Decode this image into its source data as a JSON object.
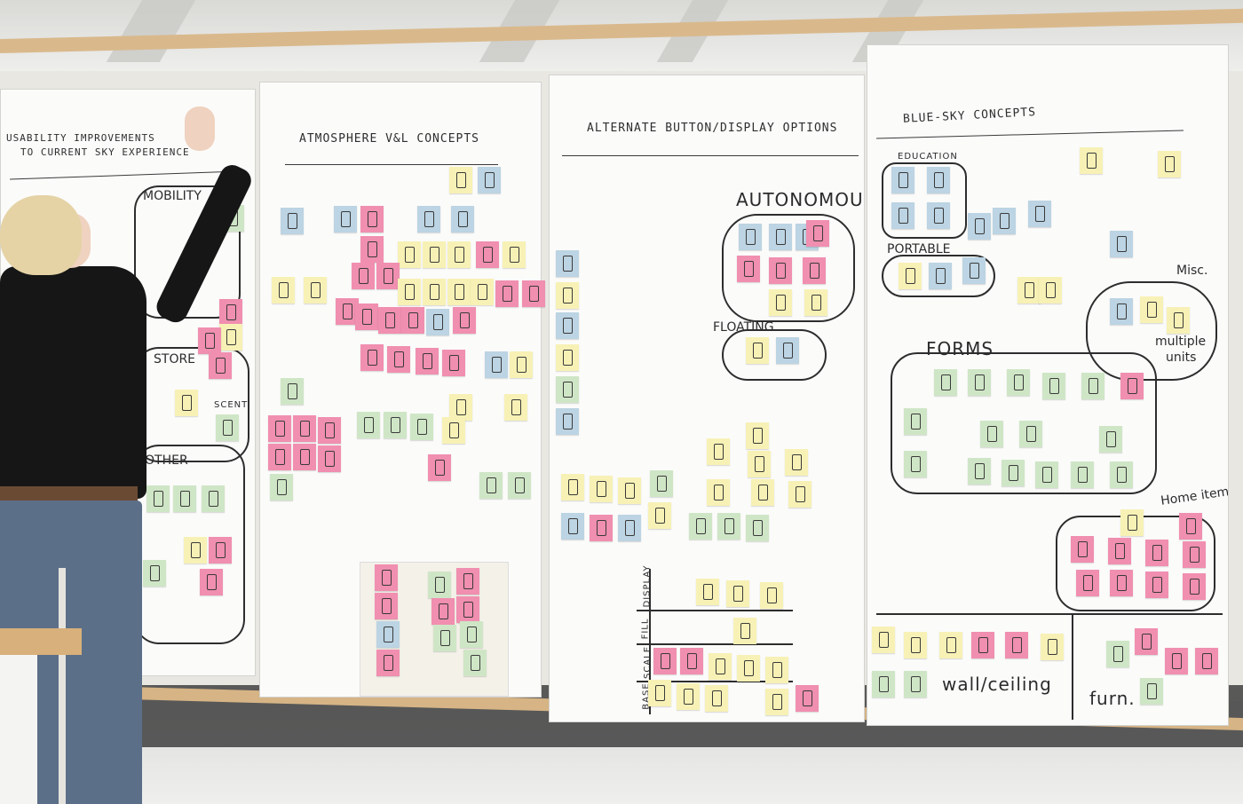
{
  "boards": {
    "usability": {
      "title_line1": "USABILITY IMPROVEMENTS",
      "title_line2": "TO CURRENT SKY EXPERIENCE",
      "labels": [
        "MOBILITY",
        "STORE",
        "SCENT",
        "OTHER"
      ]
    },
    "atmosphere": {
      "title": "ATMOSPHERE V&L CONCEPTS"
    },
    "alternate": {
      "title": "ALTERNATE BUTTON/DISPLAY OPTIONS",
      "autonomous": "AUTONOMOUS",
      "floating": "FLOATING",
      "grid_row_labels": [
        "DISPLAY",
        "FILL",
        "SCALE",
        "BASE"
      ]
    },
    "bluesky": {
      "title": "BLUE-SKY CONCEPTS",
      "education": "EDUCATION",
      "portable": "PORTABLE",
      "misc": "Misc.",
      "multiple_units_1": "multiple",
      "multiple_units_2": "units",
      "forms": "FORMS",
      "home_items": "Home items",
      "wall_ceiling": "wall/ceiling",
      "furn": "furn."
    }
  },
  "colors": {
    "note_yellow": "#f7f1b6",
    "note_pink": "#f08fb0",
    "note_green": "#cfe6c6",
    "note_blue": "#bcd4e3",
    "rail_wood": "#d9b98c"
  }
}
